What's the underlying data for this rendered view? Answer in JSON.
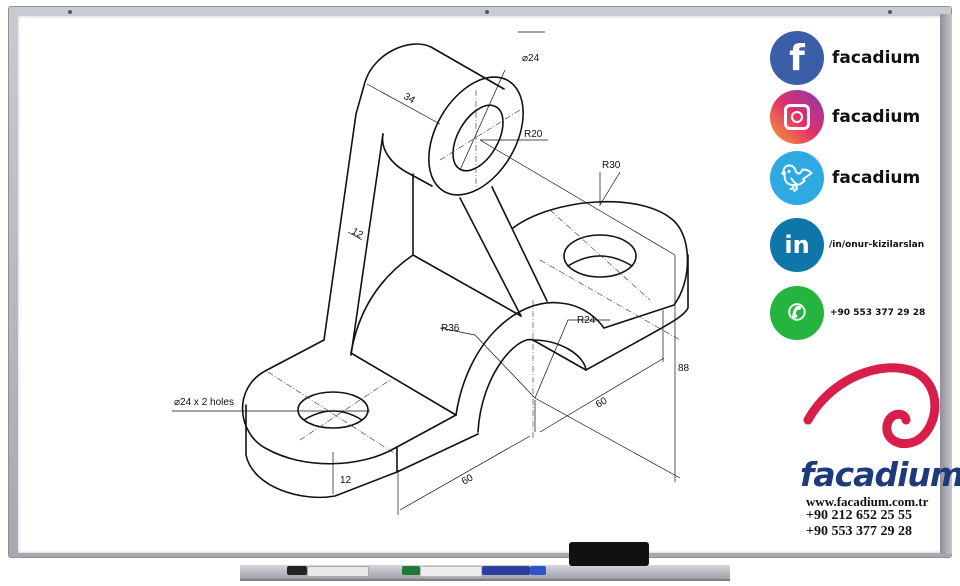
{
  "drawing": {
    "dimensions": {
      "top_bore": "⌀24",
      "boss_length": "34",
      "boss_radius": "R20",
      "lug_radius": "R30",
      "arm_thickness": "12",
      "arch_outer_radius": "R36",
      "arch_inner_radius": "R24",
      "holes": "⌀24 x 2 holes",
      "height": "88",
      "depth_right": "60",
      "length_front": "60",
      "base_thickness": "12"
    }
  },
  "social": [
    {
      "icon": "facebook-icon",
      "label": "facadium",
      "color": "#3b5ea8"
    },
    {
      "icon": "instagram-icon",
      "label": "facadium",
      "color": "#c13584"
    },
    {
      "icon": "twitter-icon",
      "label": "facadium",
      "color": "#2fa9e1"
    },
    {
      "icon": "linkedin-icon",
      "label": "/in/onur-kizilarslan",
      "color": "#0e76a8"
    },
    {
      "icon": "whatsapp-icon",
      "label": "+90 553 377 29 28",
      "color": "#25b43d"
    }
  ],
  "brand": {
    "name": "facadium",
    "website": "www.facadium.com.tr",
    "phone1": "+90 212 652 25 55",
    "phone2": "+90 553 377 29 28",
    "logo_color": "#d81e4a",
    "text_color": "#1d3a7c"
  }
}
